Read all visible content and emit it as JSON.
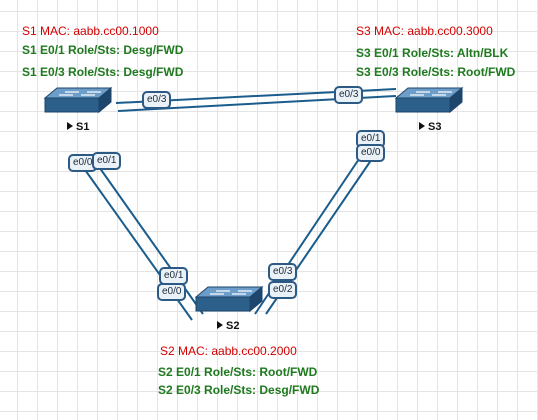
{
  "switches": {
    "s1": {
      "name": "S1",
      "mac": "S1 MAC: aabb.cc00.1000",
      "roles": [
        "S1 E0/1 Role/Sts: Desg/FWD",
        "S1 E0/3 Role/Sts: Desg/FWD"
      ]
    },
    "s2": {
      "name": "S2",
      "mac": "S2 MAC: aabb.cc00.2000",
      "roles": [
        "S2 E0/1 Role/Sts: Root/FWD",
        "S2 E0/3 Role/Sts: Desg/FWD"
      ]
    },
    "s3": {
      "name": "S3",
      "mac": "S3 MAC: aabb.cc00.3000",
      "roles": [
        "S3 E0/1 Role/Sts: Altn/BLK",
        "S3 E0/3 Role/Sts: Root/FWD"
      ]
    }
  },
  "ports": {
    "s1_e03": "e0/3",
    "s1_e00": "e0/0",
    "s1_e01": "e0/1",
    "s3_e03": "e0/3",
    "s3_e01": "e0/1",
    "s3_e00": "e0/0",
    "s2_e01": "e0/1",
    "s2_e00": "e0/0",
    "s2_e03": "e0/3",
    "s2_e02": "e0/2"
  },
  "colors": {
    "link": "#1a5c8c",
    "mac_text": "#d40000",
    "role_text": "#1f7a1f",
    "switch_body": "#2c5f8a"
  },
  "icons": {
    "switch": "network-switch-icon"
  }
}
